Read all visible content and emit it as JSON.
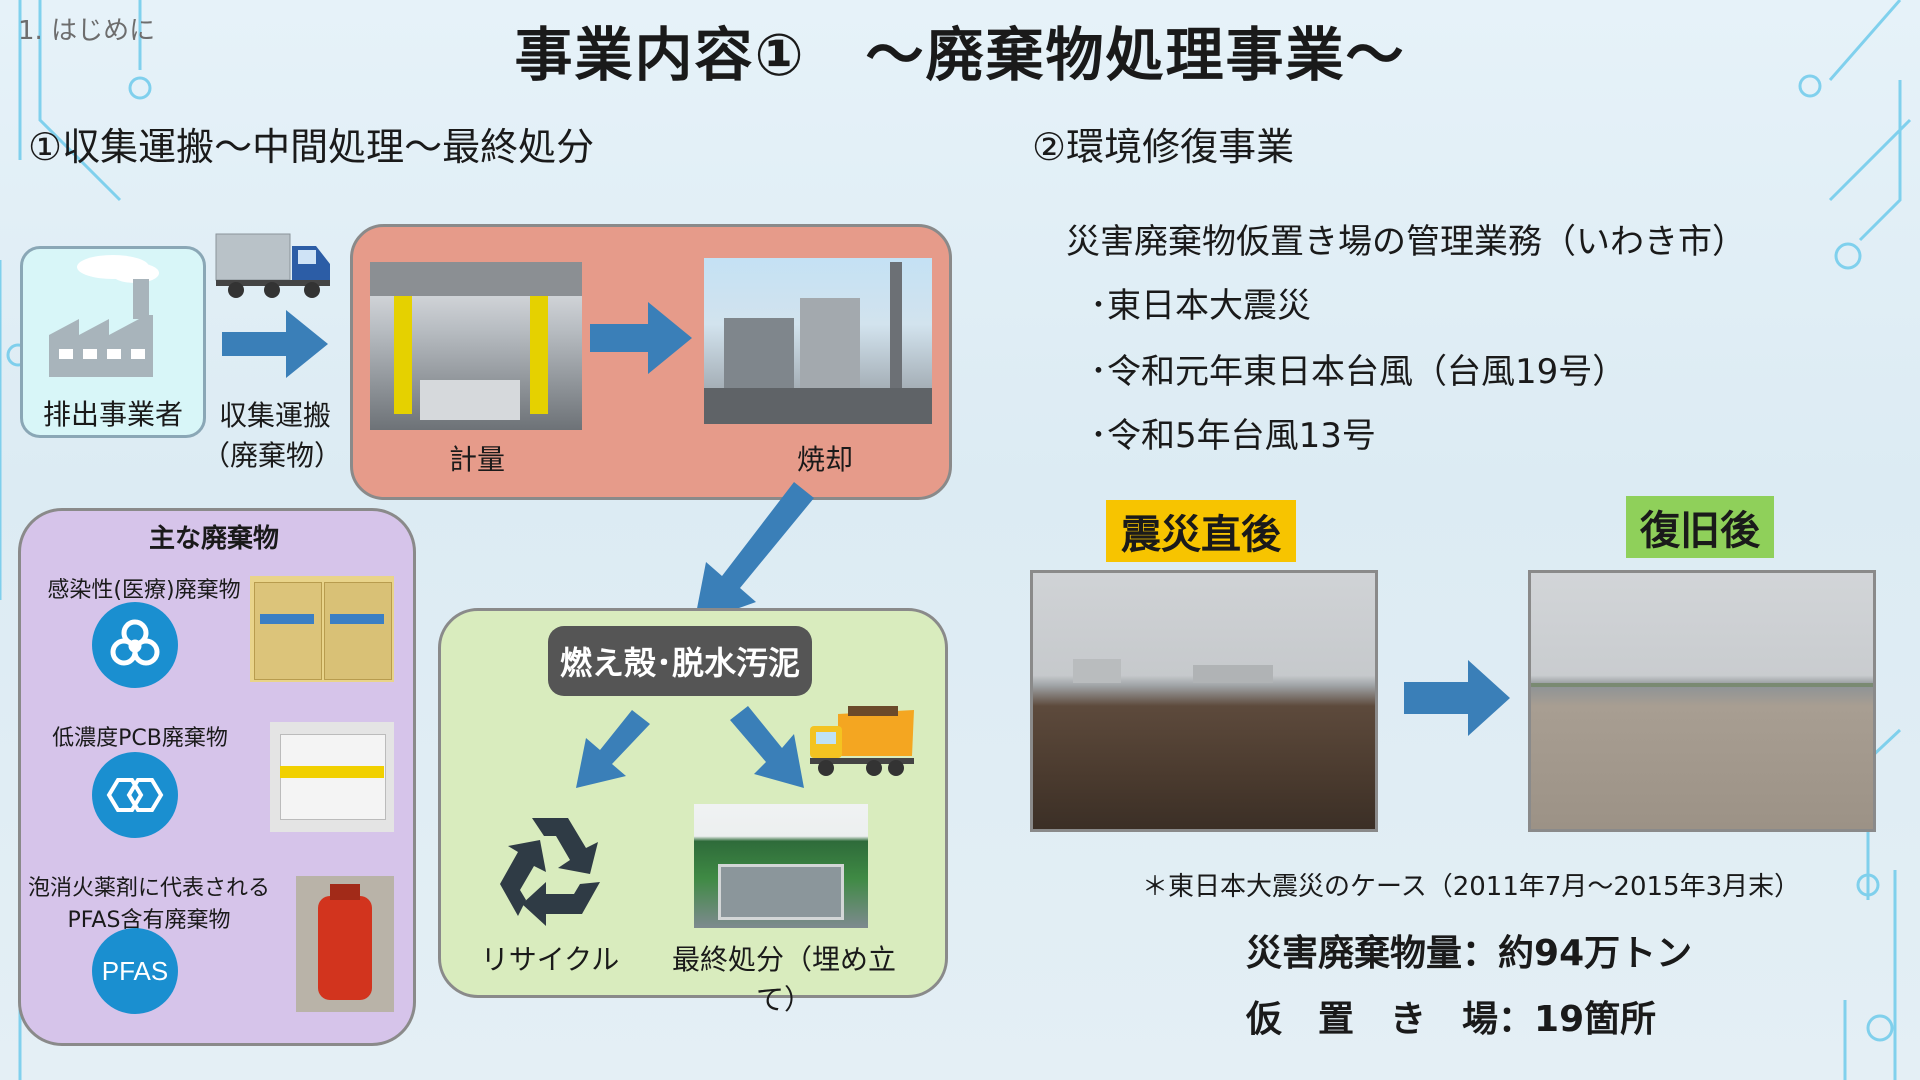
{
  "section_label": "1. はじめに",
  "title": "事業内容①　～廃棄物処理事業～",
  "left": {
    "heading": "①収集運搬～中間処理～最終処分",
    "emitter_label": "排出事業者",
    "transport_label_1": "収集運搬",
    "transport_label_2": "（廃棄物）",
    "weigh_label": "計量",
    "incinerate_label": "焼却",
    "residue_label": "燃え殻･脱水汚泥",
    "recycle_label": "リサイクル",
    "landfill_label": "最終処分（埋め立て）",
    "waste_box": {
      "title": "主な廃棄物",
      "items": [
        {
          "label": "感染性(医療)廃棄物"
        },
        {
          "label": "低濃度PCB廃棄物"
        },
        {
          "label_1": "泡消火薬剤に代表される",
          "label_2": "PFAS含有廃棄物",
          "icon_text": "PFAS"
        }
      ]
    }
  },
  "right": {
    "heading": "②環境修復事業",
    "intro": "災害廃棄物仮置き場の管理業務（いわき市）",
    "bullets": [
      "･東日本大震災",
      "･令和元年東日本台風（台風19号）",
      "･令和5年台風13号"
    ],
    "before_label": "震災直後",
    "after_label": "復旧後",
    "note": "＊東日本大震災のケース（2011年7月～2015年3月末）",
    "stat_1_label": "災害廃棄物量",
    "stat_1_value": "：約94万トン",
    "stat_2_label": "仮　置　き　場",
    "stat_2_value": "：19箇所"
  },
  "colors": {
    "arrow_blue": "#3a7fb8",
    "process_box": "#e69b8a",
    "waste_box": "#d6c4ea",
    "final_box": "#d9ecbe",
    "before_tag": "#f7c400",
    "after_tag": "#8fd05a",
    "icon_blue": "#1a8fd0"
  }
}
